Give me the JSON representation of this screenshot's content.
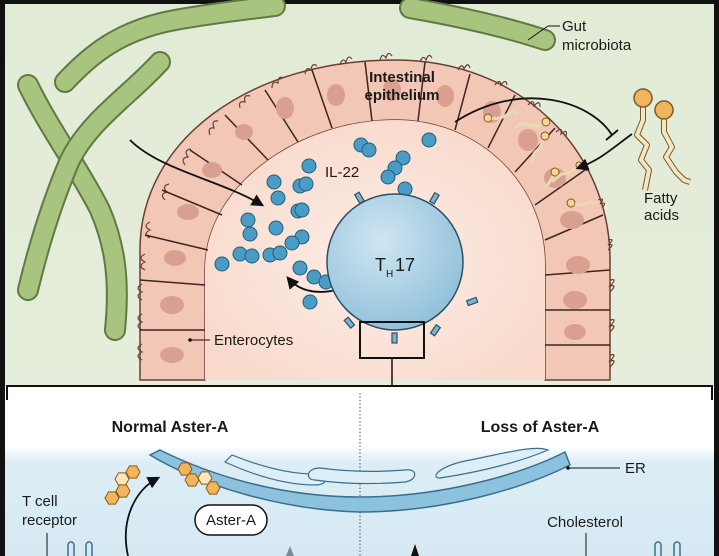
{
  "top_panel": {
    "labels": {
      "gut_microbiota_line1": "Gut",
      "gut_microbiota_line2": "microbiota",
      "intestinal_line1": "Intestinal",
      "intestinal_line2": "epithelium",
      "il22": "IL-22",
      "th17_main": "T",
      "th17_sub": "H",
      "th17_num": "17",
      "fatty_line1": "Fatty",
      "fatty_line2": "acids",
      "enterocytes": "Enterocytes"
    }
  },
  "bottom_panel": {
    "left_title": "Normal Aster-A",
    "right_title": "Loss of Aster-A",
    "labels": {
      "tcell_line1": "T cell",
      "tcell_line2": "receptor",
      "aster_a": "Aster-A",
      "er": "ER",
      "cholesterol": "Cholesterol"
    }
  },
  "colors": {
    "background_green": "#dfe9d2",
    "microbe_green": "#a9c47f",
    "microbe_outline": "#5f7a44",
    "enterocyte_pink": "#f3c7b6",
    "nucleus": "#d9a091",
    "lumen": "#fbe3d8",
    "cytokine_blue": "#4b9cc4",
    "th17_blue": "#a9d0e6",
    "er_blue": "#8dc2de",
    "lower_bg": "#dceef6",
    "cholesterol_orange": "#f2b55c"
  }
}
